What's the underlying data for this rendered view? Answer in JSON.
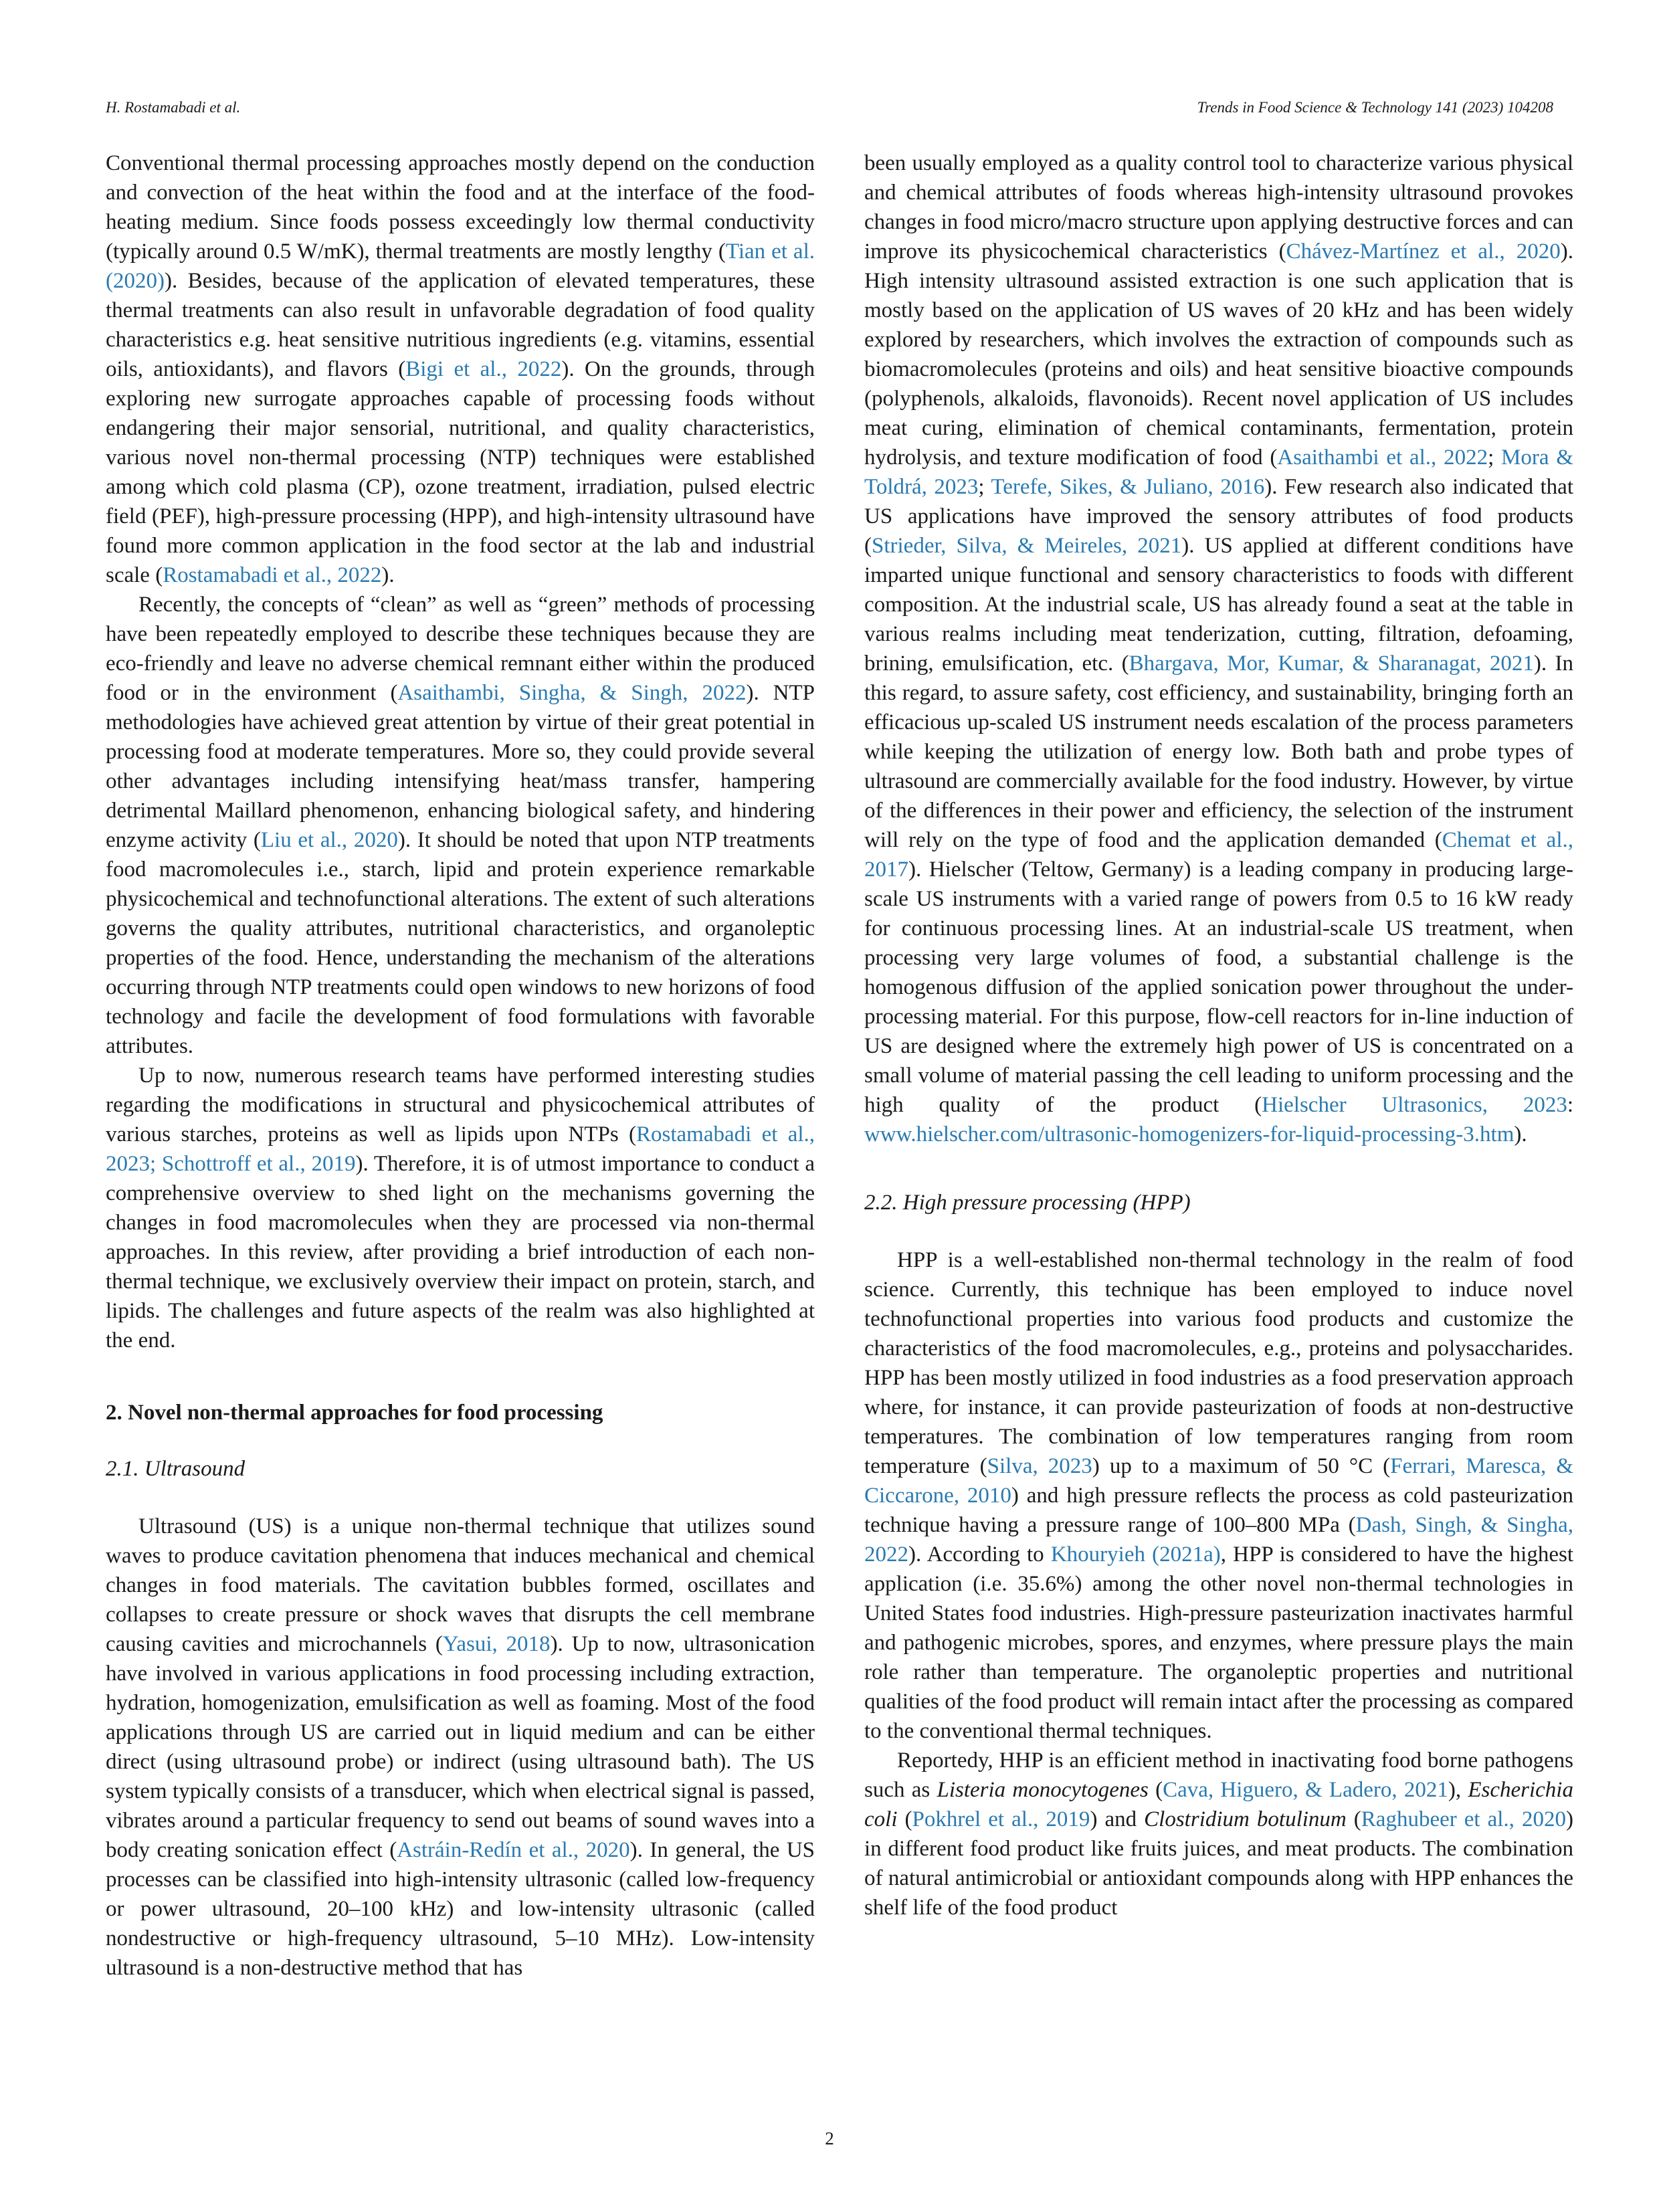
{
  "header": {
    "authors": "H. Rostamabadi et al.",
    "journal": "Trends in Food Science & Technology 141 (2023) 104208"
  },
  "left": {
    "p1": [
      {
        "t": "Conventional thermal processing approaches mostly depend on the conduction and convection of the heat within the food and at the interface of the food-heating medium. Since foods possess exceedingly low thermal conductivity (typically around 0.5 W/mK), thermal treatments are mostly lengthy ("
      },
      {
        "t": "Tian et al. (2020)",
        "link": true
      },
      {
        "t": "). Besides, because of the application of elevated temperatures, these thermal treatments can also result in unfavorable degradation of food quality characteristics e.g. heat sensitive nutritious ingredients (e.g. vitamins, essential oils, antioxidants), and flavors ("
      },
      {
        "t": "Bigi et al., 2022",
        "link": true
      },
      {
        "t": "). On the grounds, through exploring new surrogate approaches capable of processing foods without endangering their major sensorial, nutritional, and quality characteristics, various novel non-thermal processing (NTP) techniques were established among which cold plasma (CP), ozone treatment, irradiation, pulsed electric field (PEF), high-pressure processing (HPP), and high-intensity ultrasound have found more common application in the food sector at the lab and industrial scale ("
      },
      {
        "t": "Rostamabadi et al., 2022",
        "link": true
      },
      {
        "t": ")."
      }
    ],
    "p2": [
      {
        "t": "Recently, the concepts of “clean” as well as “green” methods of processing have been repeatedly employed to describe these techniques because they are eco-friendly and leave no adverse chemical remnant either within the produced food or in the environment ("
      },
      {
        "t": "Asaithambi, Singha, & Singh, 2022",
        "link": true
      },
      {
        "t": "). NTP methodologies have achieved great attention by virtue of their great potential in processing food at moderate temperatures. More so, they could provide several other advantages including intensifying heat/mass transfer, hampering detrimental Maillard phenomenon, enhancing biological safety, and hindering enzyme activity ("
      },
      {
        "t": "Liu et al., 2020",
        "link": true
      },
      {
        "t": "). It should be noted that upon NTP treatments food macromolecules i.e., starch, lipid and protein experience remarkable physicochemical and technofunctional alterations. The extent of such alterations governs the quality attributes, nutritional characteristics, and organoleptic properties of the food. Hence, understanding the mechanism of the alterations occurring through NTP treatments could open windows to new horizons of food technology and facile the development of food formulations with favorable attributes."
      }
    ],
    "p3": [
      {
        "t": "Up to now, numerous research teams have performed interesting studies regarding the modifications in structural and physicochemical attributes of various starches, proteins as well as lipids upon NTPs ("
      },
      {
        "t": "Rostamabadi et al., 2023; Schottroff et al., 2019",
        "link": true
      },
      {
        "t": "). Therefore, it is of utmost importance to conduct a comprehensive overview to shed light on the mechanisms governing the changes in food macromolecules when they are processed via non-thermal approaches. In this review, after providing a brief introduction of each non-thermal technique, we exclusively overview their impact on protein, starch, and lipids. The challenges and future aspects of the realm was also highlighted at the end."
      }
    ],
    "section2": "2.  Novel non-thermal approaches for food processing",
    "subsection21": "2.1.  Ultrasound",
    "p4": [
      {
        "t": "Ultrasound (US) is a unique non-thermal technique that utilizes sound waves to produce cavitation phenomena that induces mechanical and chemical changes in food materials. The cavitation bubbles formed, oscillates and collapses to create pressure or shock waves that disrupts the cell membrane causing cavities and microchannels ("
      },
      {
        "t": "Yasui, 2018",
        "link": true
      },
      {
        "t": "). Up to now, ultrasonication have involved in various applications in food processing including extraction, hydration, homogenization, emulsification as well as foaming. Most of the food applications through US are carried out in liquid medium and can be either direct (using ultrasound probe) or indirect (using ultrasound bath). The US system typically consists of a transducer, which when electrical signal is passed, vibrates around a particular frequency to send out beams of sound waves into a body creating sonication effect ("
      },
      {
        "t": "Astráin-Redín et al., 2020",
        "link": true
      },
      {
        "t": "). In general, the US processes can be classified into high-intensity ultrasonic (called low-frequency or power ultrasound, 20–100 kHz) and low-intensity ultrasonic (called nondestructive or high-frequency ultrasound, 5–10 MHz). Low-intensity ultrasound is a non-destructive method that has"
      }
    ]
  },
  "right": {
    "p1": [
      {
        "t": "been usually employed as a quality control tool to characterize various physical and chemical attributes of foods whereas high-intensity ultrasound provokes changes in food micro/macro structure upon applying destructive forces and can improve its physicochemical characteristics ("
      },
      {
        "t": "Chávez-Martínez et al., 2020",
        "link": true
      },
      {
        "t": "). High intensity ultrasound assisted extraction is one such application that is mostly based on the application of US waves of 20 kHz and has been widely explored by researchers, which involves the extraction of compounds such as biomacromolecules (proteins and oils) and heat sensitive bioactive compounds (polyphenols, alkaloids, flavonoids). Recent novel application of US includes meat curing, elimination of chemical contaminants, fermentation, protein hydrolysis, and texture modification of food ("
      },
      {
        "t": "Asaithambi et al., 2022",
        "link": true
      },
      {
        "t": "; "
      },
      {
        "t": "Mora & Toldrá, 2023",
        "link": true
      },
      {
        "t": "; "
      },
      {
        "t": "Terefe, Sikes, & Juliano, 2016",
        "link": true
      },
      {
        "t": "). Few research also indicated that US applications have improved the sensory attributes of food products ("
      },
      {
        "t": "Strieder, Silva, & Meireles, 2021",
        "link": true
      },
      {
        "t": "). US applied at different conditions have imparted unique functional and sensory characteristics to foods with different composition. At the industrial scale, US has already found a seat at the table in various realms including meat tenderization, cutting, filtration, defoaming, brining, emulsification, etc. ("
      },
      {
        "t": "Bhargava, Mor, Kumar, & Sharanagat, 2021",
        "link": true
      },
      {
        "t": "). In this regard, to assure safety, cost efficiency, and sustainability, bringing forth an efficacious up-scaled US instrument needs escalation of the process parameters while keeping the utilization of energy low. Both bath and probe types of ultrasound are commercially available for the food industry. However, by virtue of the differences in their power and efficiency, the selection of the instrument will rely on the type of food and the application demanded ("
      },
      {
        "t": "Chemat et al., 2017",
        "link": true
      },
      {
        "t": "). Hielscher (Teltow, Germany) is a leading company in producing large-scale US instruments with a varied range of powers from 0.5 to 16 kW ready for continuous processing lines. At an industrial-scale US treatment, when processing very large volumes of food, a substantial challenge is the homogenous diffusion of the applied sonication power throughout the under-processing material. For this purpose, flow-cell reactors for in-line induction of US are designed where the extremely high power of US is concentrated on a small volume of material passing the cell leading to uniform processing and the high quality of the product ("
      },
      {
        "t": "Hielscher Ultrasonics, 2023",
        "link": true
      },
      {
        "t": ": "
      },
      {
        "t": "www.hielscher.com/ultrasonic-homogenizers-for-liquid-processing-3.htm",
        "link": true
      },
      {
        "t": ")."
      }
    ],
    "subsection22": "2.2.  High pressure processing (HPP)",
    "p2": [
      {
        "t": "HPP is a well-established non-thermal technology in the realm of food science. Currently, this technique has been employed to induce novel technofunctional properties into various food products and customize the characteristics of the food macromolecules, e.g., proteins and polysaccharides. HPP has been mostly utilized in food industries as a food preservation approach where, for instance, it can provide pasteurization of foods at non-destructive temperatures. The combination of low temperatures ranging from room temperature ("
      },
      {
        "t": "Silva, 2023",
        "link": true
      },
      {
        "t": ") up to a maximum of 50 °C ("
      },
      {
        "t": "Ferrari, Maresca, & Ciccarone, 2010",
        "link": true
      },
      {
        "t": ") and high pressure reflects the process as cold pasteurization technique having a pressure range of 100–800 MPa ("
      },
      {
        "t": "Dash, Singh, & Singha, 2022",
        "link": true
      },
      {
        "t": "). According to "
      },
      {
        "t": "Khouryieh (2021a)",
        "link": true
      },
      {
        "t": ", HPP is considered to have the highest application (i.e. 35.6%) among the other novel non-thermal technologies in United States food industries. High-pressure pasteurization inactivates harmful and pathogenic microbes, spores, and enzymes, where pressure plays the main role rather than temperature. The organoleptic properties and nutritional qualities of the food product will remain intact after the processing as compared to the conventional thermal techniques."
      }
    ],
    "p3": [
      {
        "t": "Reportedy, HHP is an efficient method in inactivating food borne pathogens such as "
      },
      {
        "t": "Listeria monocytogenes",
        "it": true
      },
      {
        "t": " ("
      },
      {
        "t": "Cava, Higuero, & Ladero, 2021",
        "link": true
      },
      {
        "t": "), "
      },
      {
        "t": "Escherichia coli",
        "it": true
      },
      {
        "t": " ("
      },
      {
        "t": "Pokhrel et al., 2019",
        "link": true
      },
      {
        "t": ") and "
      },
      {
        "t": "Clostridium botulinum",
        "it": true
      },
      {
        "t": " ("
      },
      {
        "t": "Raghubeer et al., 2020",
        "link": true
      },
      {
        "t": ") in different food product like fruits juices, and meat products. The combination of natural antimicrobial or antioxidant compounds along with HPP enhances the shelf life of the food product"
      }
    ]
  },
  "footer": {
    "page_number": "2"
  }
}
